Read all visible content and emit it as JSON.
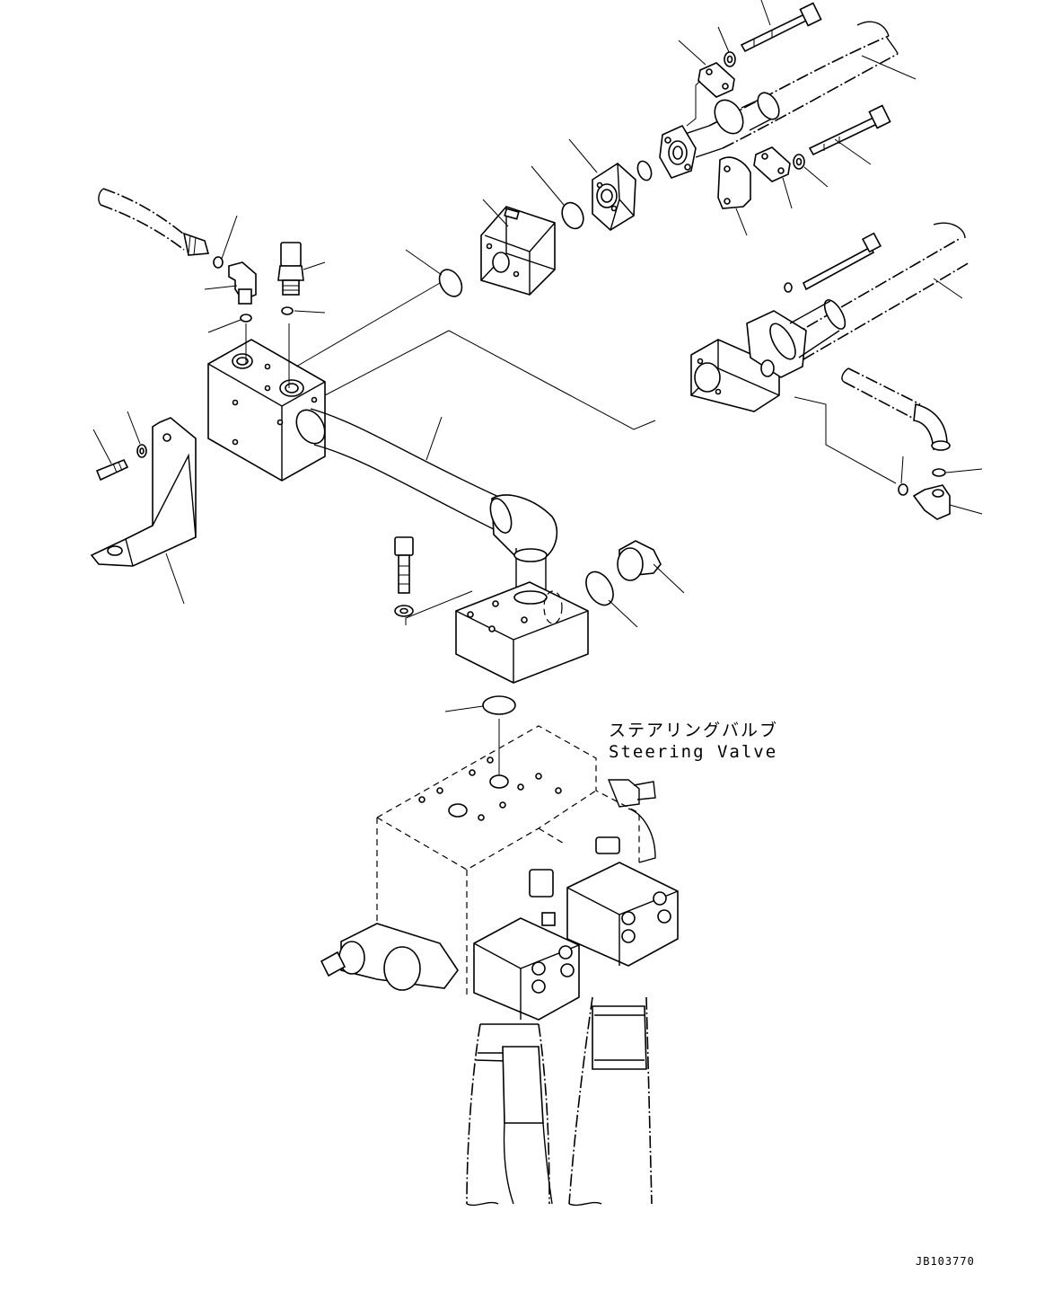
{
  "labels": {
    "steering_valve_jp": "ステアリングバルブ",
    "steering_valve_en": "Steering Valve",
    "drawing_number": "JB103770"
  },
  "colors": {
    "line": "#000000",
    "background": "#ffffff"
  }
}
